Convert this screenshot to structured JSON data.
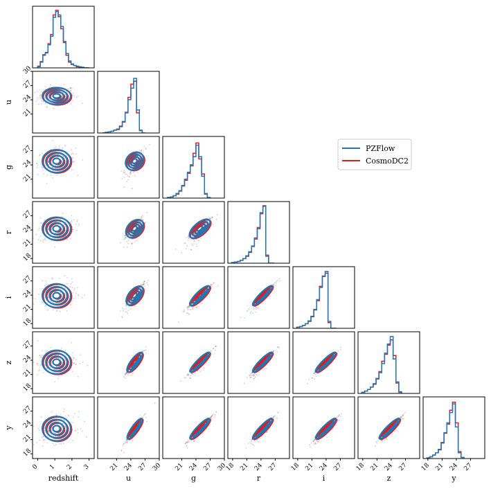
{
  "chart_data": {
    "type": "corner",
    "variables": [
      "redshift",
      "u",
      "g",
      "r",
      "i",
      "z",
      "y"
    ],
    "axis_labels": [
      "redshift",
      "u",
      "g",
      "r",
      "i",
      "z",
      "y"
    ],
    "ranges": [
      [
        -0.3,
        3.3
      ],
      [
        17.0,
        30.0
      ],
      [
        17.0,
        30.0
      ],
      [
        17.0,
        30.0
      ],
      [
        17.0,
        30.0
      ],
      [
        17.0,
        30.0
      ],
      [
        17.0,
        30.0
      ]
    ],
    "tick_values": [
      [
        0,
        1,
        2,
        3
      ],
      [
        21,
        24,
        27,
        30
      ],
      [
        21,
        24,
        27,
        30
      ],
      [
        18,
        21,
        24,
        27
      ],
      [
        18,
        21,
        24,
        27
      ],
      [
        18,
        21,
        24,
        27
      ],
      [
        18,
        21,
        24,
        27
      ]
    ],
    "y_tick_values": [
      null,
      [
        21,
        24,
        27,
        30
      ],
      [
        21,
        24,
        27
      ],
      [
        18,
        21,
        24,
        27
      ],
      [
        18,
        21,
        24,
        27
      ],
      [
        18,
        21,
        24,
        27
      ],
      [
        18,
        21,
        24,
        27
      ]
    ],
    "legend": {
      "position": "upper-right",
      "entries": [
        {
          "label": "PZFlow",
          "color": "#1f77b4"
        },
        {
          "label": "CosmoDC2",
          "color": "#e31a1c"
        }
      ]
    },
    "histograms": {
      "redshift": {
        "edges": [
          0.0,
          0.15,
          0.3,
          0.45,
          0.6,
          0.75,
          0.9,
          1.05,
          1.2,
          1.35,
          1.5,
          1.65,
          1.8,
          1.95,
          2.1,
          2.25,
          2.4,
          2.55,
          2.7,
          2.85,
          3.0
        ],
        "pzflow": [
          0.02,
          0.1,
          0.23,
          0.27,
          0.4,
          0.55,
          0.88,
          0.98,
          0.92,
          0.72,
          0.46,
          0.25,
          0.12,
          0.07,
          0.04,
          0.03,
          0.02,
          0.01,
          0.0,
          0.0
        ],
        "cosmodc2": [
          0.03,
          0.11,
          0.22,
          0.26,
          0.42,
          0.58,
          0.92,
          1.0,
          0.89,
          0.68,
          0.44,
          0.22,
          0.1,
          0.06,
          0.04,
          0.02,
          0.01,
          0.01,
          0.0,
          0.0
        ]
      },
      "u": {
        "edges": [
          18.0,
          18.6,
          19.2,
          19.8,
          20.4,
          21.0,
          21.6,
          22.2,
          22.8,
          23.4,
          24.0,
          24.6,
          25.2,
          25.8,
          26.4,
          27.0
        ],
        "pzflow": [
          0.0,
          0.01,
          0.02,
          0.03,
          0.05,
          0.07,
          0.12,
          0.2,
          0.35,
          0.58,
          0.78,
          0.95,
          0.4,
          0.05,
          0.0
        ],
        "cosmodc2": [
          0.0,
          0.01,
          0.02,
          0.03,
          0.05,
          0.06,
          0.11,
          0.19,
          0.36,
          0.62,
          0.85,
          0.9,
          0.35,
          0.04,
          0.0
        ]
      },
      "g": {
        "edges": [
          18.0,
          18.6,
          19.2,
          19.8,
          20.4,
          21.0,
          21.6,
          22.2,
          22.8,
          23.4,
          24.0,
          24.6,
          25.2,
          25.8,
          26.4,
          27.0
        ],
        "pzflow": [
          0.01,
          0.02,
          0.04,
          0.08,
          0.13,
          0.22,
          0.33,
          0.45,
          0.58,
          0.72,
          0.92,
          0.72,
          0.38,
          0.08,
          0.01
        ],
        "cosmodc2": [
          0.01,
          0.02,
          0.04,
          0.07,
          0.12,
          0.21,
          0.31,
          0.43,
          0.56,
          0.78,
          0.96,
          0.68,
          0.42,
          0.07,
          0.01
        ]
      },
      "r": {
        "edges": [
          17.8,
          18.4,
          19.0,
          19.6,
          20.2,
          20.8,
          21.4,
          22.0,
          22.6,
          23.2,
          23.8,
          24.4,
          25.0,
          25.6,
          26.2,
          26.8
        ],
        "pzflow": [
          0.01,
          0.02,
          0.03,
          0.05,
          0.08,
          0.13,
          0.2,
          0.3,
          0.44,
          0.6,
          0.88,
          0.99,
          0.12,
          0.0,
          0.0
        ],
        "cosmodc2": [
          0.01,
          0.02,
          0.03,
          0.05,
          0.08,
          0.12,
          0.19,
          0.29,
          0.42,
          0.62,
          0.86,
          1.0,
          0.14,
          0.0,
          0.0
        ]
      },
      "i": {
        "edges": [
          17.8,
          18.4,
          19.0,
          19.6,
          20.2,
          20.8,
          21.4,
          22.0,
          22.6,
          23.2,
          23.8,
          24.4,
          25.0,
          25.6,
          26.2
        ],
        "pzflow": [
          0.02,
          0.03,
          0.05,
          0.08,
          0.13,
          0.21,
          0.33,
          0.5,
          0.71,
          0.9,
          0.99,
          0.12,
          0.0,
          0.0
        ],
        "cosmodc2": [
          0.02,
          0.03,
          0.05,
          0.08,
          0.12,
          0.2,
          0.32,
          0.48,
          0.73,
          0.91,
          0.96,
          0.1,
          0.0,
          0.0
        ]
      },
      "z": {
        "edges": [
          17.8,
          18.4,
          19.0,
          19.6,
          20.2,
          20.8,
          21.4,
          22.0,
          22.6,
          23.2,
          23.8,
          24.4,
          25.0,
          25.6,
          26.2
        ],
        "pzflow": [
          0.02,
          0.04,
          0.07,
          0.11,
          0.17,
          0.25,
          0.36,
          0.52,
          0.7,
          0.86,
          0.99,
          0.6,
          0.2,
          0.03
        ],
        "cosmodc2": [
          0.02,
          0.04,
          0.07,
          0.11,
          0.16,
          0.26,
          0.38,
          0.56,
          0.68,
          0.84,
          0.93,
          0.66,
          0.18,
          0.02
        ]
      },
      "y": {
        "edges": [
          17.8,
          18.4,
          19.0,
          19.6,
          20.2,
          20.8,
          21.4,
          22.0,
          22.6,
          23.2,
          23.8,
          24.4,
          25.0,
          25.6
        ],
        "pzflow": [
          0.01,
          0.03,
          0.06,
          0.1,
          0.16,
          0.28,
          0.45,
          0.62,
          0.8,
          0.95,
          0.55,
          0.1,
          0.02
        ],
        "cosmodc2": [
          0.01,
          0.03,
          0.06,
          0.1,
          0.15,
          0.27,
          0.44,
          0.6,
          0.84,
          0.98,
          0.62,
          0.12,
          0.02
        ]
      }
    },
    "joint_centers": {
      "redshift": 1.1,
      "u": 24.8,
      "g": 24.8,
      "r": 24.3,
      "i": 23.9,
      "z": 23.6,
      "y": 23.3
    },
    "joint_spreads": {
      "redshift": 0.55,
      "u": 1.0,
      "g": 1.35,
      "r": 1.35,
      "i": 1.4,
      "z": 1.4,
      "y": 1.45
    }
  }
}
